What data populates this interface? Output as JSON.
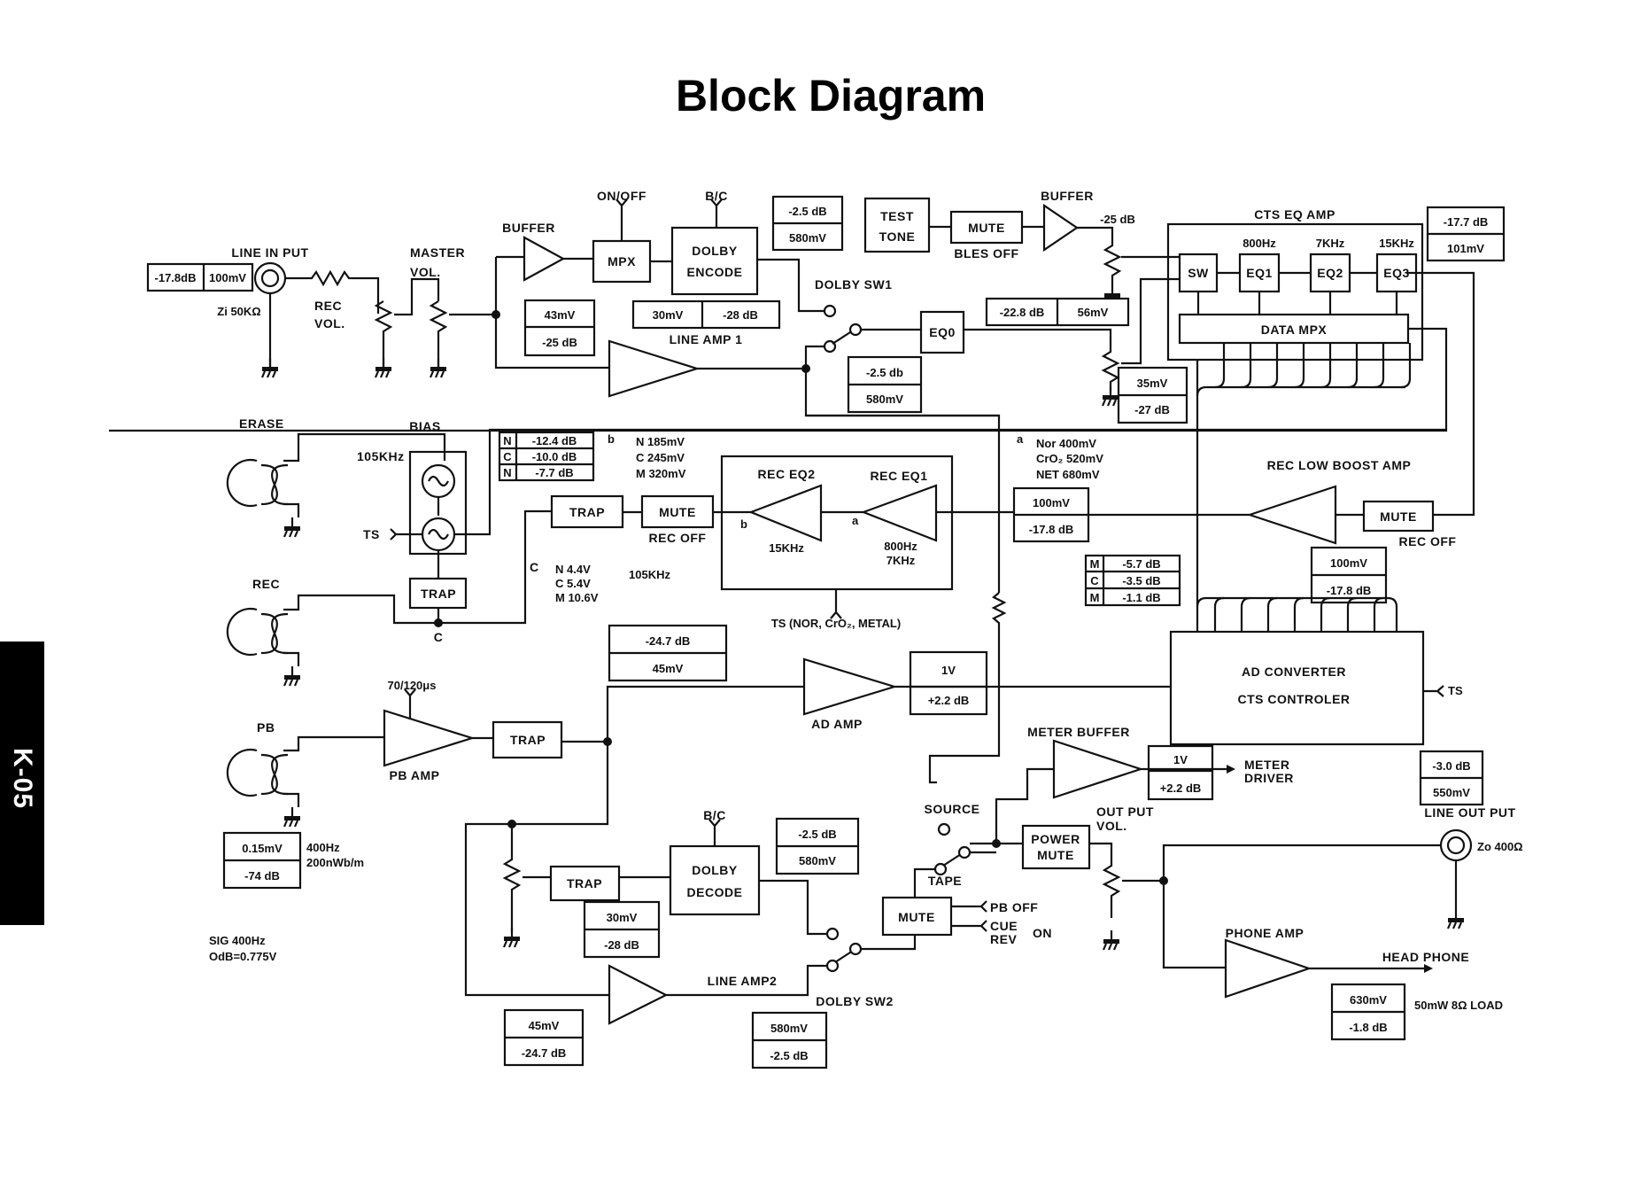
{
  "title": "Block Diagram",
  "side_tab": "K-05",
  "line_input": {
    "label": "LINE IN PUT",
    "level_db": "-17.8dB",
    "level_mv": "100mV",
    "impedance": "Zi 50KΩ"
  },
  "rec_vol": "REC\nVOL.",
  "rec_vol_lines": [
    "REC",
    "VOL."
  ],
  "master_vol_lines": [
    "MASTER",
    "VOL."
  ],
  "buffer1": "BUFFER",
  "mpx": {
    "label": "MPX",
    "control": "ON/OFF"
  },
  "dolby_encode": {
    "lines": [
      "DOLBY",
      "ENCODE"
    ],
    "control": "B/C"
  },
  "enc_levels": {
    "db": "-2.5 dB",
    "mv": "580mV"
  },
  "test_tone": [
    "TEST",
    "TONE"
  ],
  "mute_bles": {
    "label": "MUTE",
    "note": "BLES OFF"
  },
  "buffer2": {
    "label": "BUFFER",
    "level": "-25 dB"
  },
  "cts_eq_amp": {
    "label": "CTS EQ AMP",
    "sw": "SW",
    "eq": [
      {
        "f": "800Hz",
        "n": "EQ1"
      },
      {
        "f": "7KHz",
        "n": "EQ2"
      },
      {
        "f": "15KHz",
        "n": "EQ3"
      }
    ],
    "data_mpx": "DATA MPX"
  },
  "cts_out": {
    "db": "-17.7 dB",
    "mv": "101mV"
  },
  "buffer_in": {
    "mv": "43mV",
    "db": "-25 dB"
  },
  "line_amp1": {
    "label": "LINE AMP 1",
    "mv": "30mV",
    "db": "-28 dB"
  },
  "dolby_sw1": "DOLBY SW1",
  "eq0": "EQ0",
  "eq0_levels": {
    "db": "-22.8 dB",
    "mv": "56mV"
  },
  "sw1_out": {
    "db": "-2.5 db",
    "mv": "580mV"
  },
  "pot_levels": {
    "mv": "35mV",
    "db": "-27 dB"
  },
  "erase": "ERASE",
  "bias": {
    "label": "BIAS",
    "freq": "105KHz",
    "ts": "TS"
  },
  "bias_table": {
    "rows": [
      [
        "N",
        "-12.4 dB"
      ],
      [
        "C",
        "-10.0 dB"
      ],
      [
        "N",
        "-7.7 dB"
      ]
    ],
    "tag": "b"
  },
  "bias_mv": [
    "N 185mV",
    "C 245mV",
    "M 320mV"
  ],
  "trap": "TRAP",
  "mute_rec": {
    "label": "MUTE",
    "note": "REC OFF"
  },
  "rec_eq2": {
    "label": "REC EQ2",
    "freq": "15KHz",
    "tag": "b"
  },
  "rec_eq1": {
    "label": "REC EQ1",
    "freq": [
      "800Hz",
      "7KHz"
    ],
    "tag": "a"
  },
  "ts_select": "TS (NOR, CrO₂, METAL)",
  "a_levels": {
    "tag": "a",
    "lines": [
      "Nor 400mV",
      "CrO₂ 520mV",
      "NET 680mV"
    ]
  },
  "rec_eq_in": {
    "mv": "100mV",
    "db": "-17.8 dB"
  },
  "rec_low_boost": {
    "label": "REC LOW BOOST AMP",
    "mute": "MUTE",
    "note": "REC OFF",
    "mv": "100mV",
    "db": "-17.8 dB"
  },
  "mc_table": {
    "rows": [
      [
        "M",
        "-5.7 dB"
      ],
      [
        "C",
        "-3.5 dB"
      ],
      [
        "M",
        "-1.1 dB"
      ]
    ]
  },
  "rec": "REC",
  "bias_volts": {
    "tag": "C",
    "lines": [
      "N 4.4V",
      "C 5.4V",
      "M 10.6V"
    ],
    "freq": "105KHz",
    "node": "C"
  },
  "pb": "PB",
  "pb_amp": {
    "label": "PB AMP",
    "control": "70/120μs"
  },
  "pb_levels": {
    "mv": "0.15mV",
    "db": "-74 dB",
    "notes": [
      "400Hz",
      "200nWb/m"
    ]
  },
  "sig_note": [
    "SIG 400Hz",
    "OdB=0.775V"
  ],
  "ad_in": {
    "db": "-24.7 dB",
    "mv": "45mV"
  },
  "ad_amp": {
    "label": "AD AMP",
    "v": "1V",
    "db": "+2.2 dB"
  },
  "ad_converter": [
    "AD CONVERTER",
    "CTS CONTROLER"
  ],
  "ad_ts": "TS",
  "meter_buffer": {
    "label": "METER BUFFER",
    "v": "1V",
    "db": "+2.2 dB",
    "out": [
      "METER",
      "DRIVER"
    ]
  },
  "line_out": {
    "db": "-3.0 dB",
    "mv": "550mV",
    "label": "LINE OUT PUT",
    "impedance": "Zo 400Ω"
  },
  "source": "SOURCE",
  "tape": "TAPE",
  "power_mute": [
    "POWER",
    "MUTE"
  ],
  "output_vol": [
    "OUT PUT",
    "VOL."
  ],
  "dolby_decode": {
    "lines": [
      "DOLBY",
      "DECODE"
    ],
    "control": "B/C",
    "db": "-2.5 dB",
    "mv": "580mV"
  },
  "decode_in": {
    "mv": "30mV",
    "db": "-28 dB"
  },
  "mute_pb": {
    "label": "MUTE",
    "inputs": [
      "PB OFF",
      "CUE",
      "REV"
    ],
    "state": "ON"
  },
  "line_amp2": {
    "label": "LINE AMP2",
    "mv": "45mV",
    "db": "-24.7 dB"
  },
  "dolby_sw2": {
    "label": "DOLBY SW2",
    "mv": "580mV",
    "db": "-2.5 dB"
  },
  "phone_amp": {
    "label": "PHONE AMP",
    "out": "HEAD PHONE",
    "mv": "630mV",
    "db": "-1.8 dB",
    "load": "50mW 8Ω LOAD"
  }
}
